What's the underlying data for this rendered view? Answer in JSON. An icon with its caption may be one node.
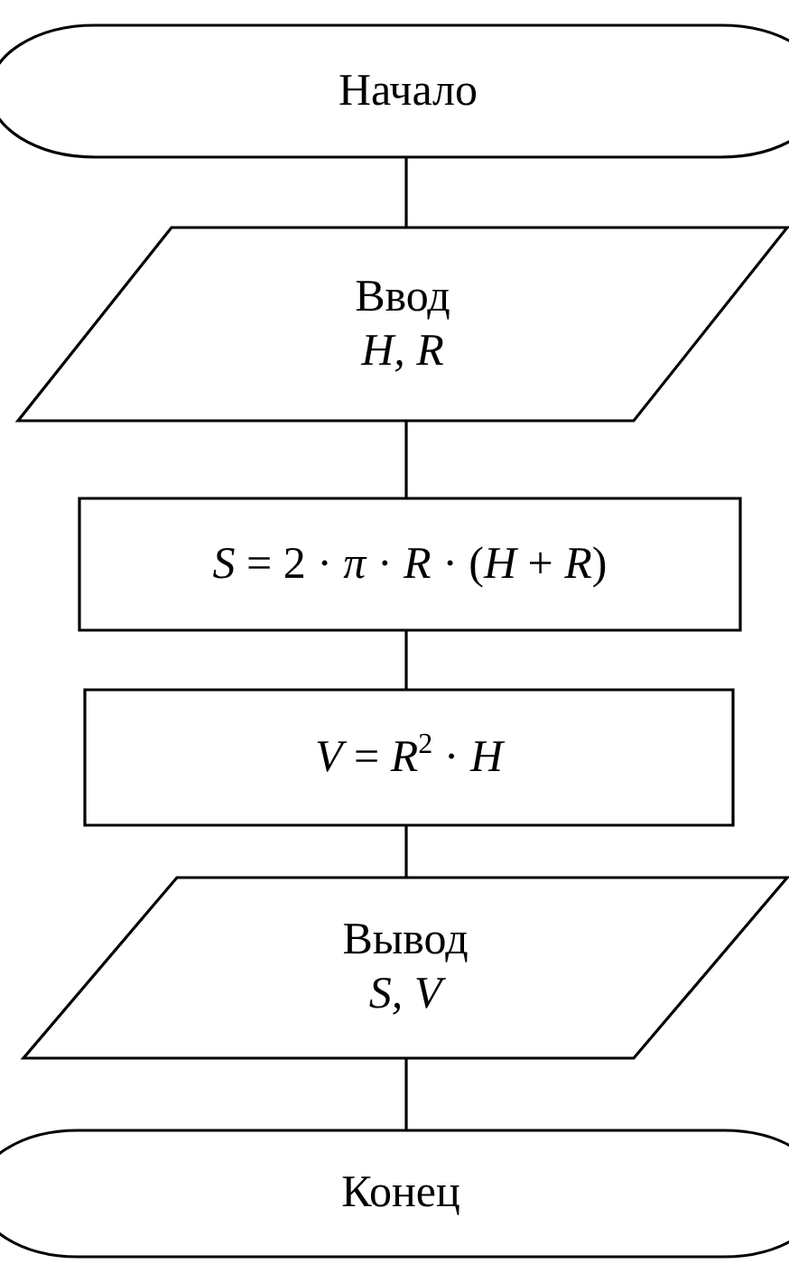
{
  "diagram": {
    "nodes": [
      {
        "text": [
          "Начало"
        ]
      },
      {
        "text": [
          "Ввод",
          "H, R"
        ]
      },
      {
        "text": [
          "*S* = 2 · *π* · *R* · (*H* + *R*)"
        ]
      },
      {
        "text": [
          "*V* = *R*$^{2}$ · *H*"
        ]
      },
      {
        "text": [
          "Вывод",
          "S, V"
        ]
      },
      {
        "text": [
          "Конец"
        ]
      }
    ],
    "edges": [
      {
        "from": 0,
        "to": 1,
        "arrow": "none"
      },
      {
        "from": 1,
        "to": 2,
        "arrow": "none"
      },
      {
        "from": 2,
        "to": 3,
        "arrow": "none"
      },
      {
        "from": 3,
        "to": 4,
        "arrow": "none"
      },
      {
        "from": 4,
        "to": 5,
        "arrow": "none"
      }
    ]
  }
}
